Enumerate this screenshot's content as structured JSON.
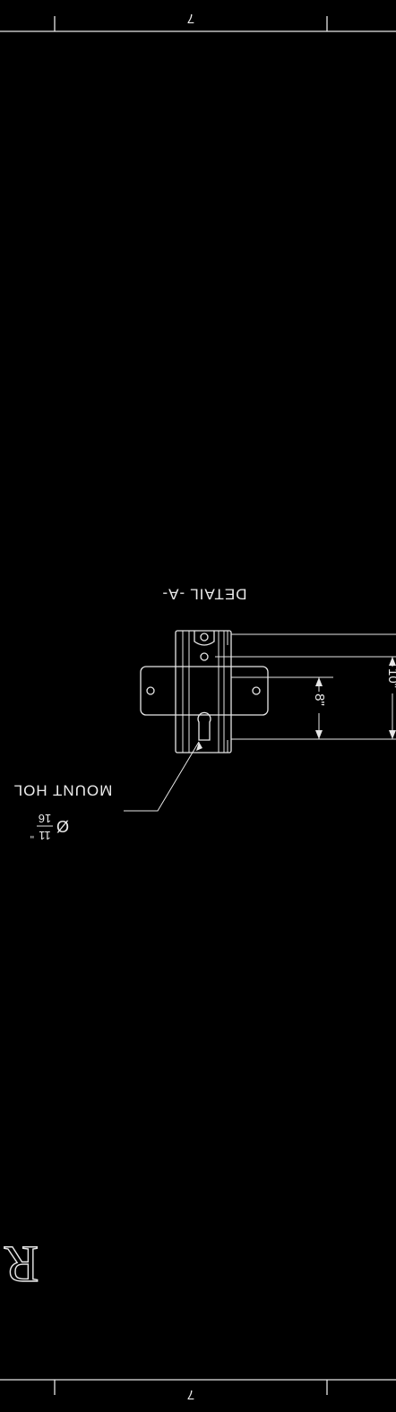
{
  "zone_markers": {
    "top": "7",
    "bottom": "7"
  },
  "detail": {
    "title": "DETAIL -A-",
    "dimension_8": "8\"",
    "dimension_partial": "10\"",
    "mount_hole_label": "MOUNT HOL",
    "mount_hole_size_symbol": "Ø",
    "mount_hole_size_numerator": "11",
    "mount_hole_size_denominator": "16",
    "mount_hole_size_inch": "\""
  },
  "title_block": {
    "logo_fragment": "R"
  },
  "colors": {
    "background": "#000000",
    "linework": "#e6e6e6"
  }
}
